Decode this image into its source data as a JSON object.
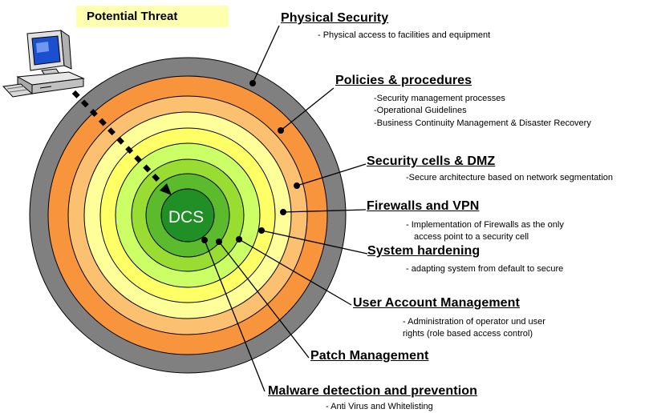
{
  "potential_threat": "Potential Threat",
  "center_label": "DCS",
  "colors": {
    "outer_ring": "#808080",
    "orange": "#f7943c",
    "light_orange": "#fbc070",
    "pale_yellow": "#ffff99",
    "yellow": "#ffff66",
    "yellow_green": "#ccff66",
    "light_green": "#99dd33",
    "green": "#5cbb2c",
    "dark_green": "#33aa2e",
    "core": "#1f8f26",
    "threat_box": "#ffffb0"
  },
  "layers": [
    {
      "title": "Physical Security",
      "lines": [
        "- Physical access to facilities and equipment"
      ]
    },
    {
      "title": "Policies & procedures",
      "lines": [
        "-Security management processes",
        "-Operational Guidelines",
        "-Business Continuity Management &  Disaster Recovery"
      ]
    },
    {
      "title": "Security cells & DMZ",
      "lines": [
        "-Secure architecture based on network segmentation"
      ]
    },
    {
      "title": "Firewalls and VPN",
      "lines": [
        "-  Implementation of Firewalls as the only",
        "access point to a security cell"
      ]
    },
    {
      "title": "System hardening",
      "lines": [
        "- adapting system from default to secure"
      ]
    },
    {
      "title": "User Account Management",
      "lines": [
        "-  Administration of operator und user",
        "rights (role based access control)"
      ]
    },
    {
      "title": "Patch Management",
      "lines": []
    },
    {
      "title": "Malware detection and prevention",
      "lines": [
        "- Anti Virus and Whitelisting"
      ]
    }
  ]
}
